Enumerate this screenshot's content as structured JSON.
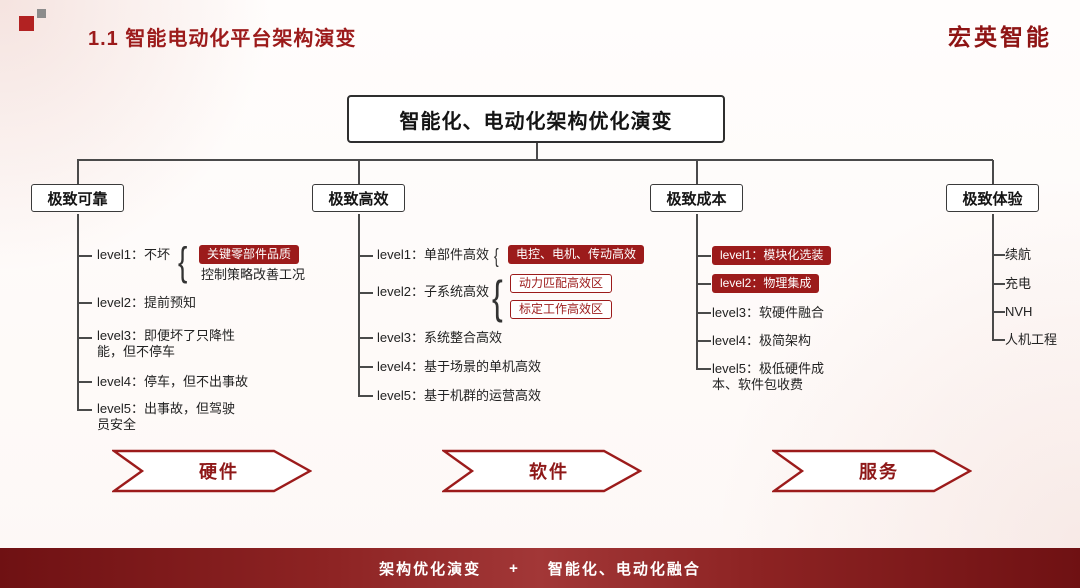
{
  "header": {
    "title": "1.1 智能电动化平台架构演变",
    "brand": "宏英智能"
  },
  "root": {
    "title": "智能化、电动化架构优化演变"
  },
  "branches": [
    {
      "title": "极致可靠",
      "levels": {
        "l1": "level1：不坏",
        "l1_badge": "关键零部件品质",
        "l1_note": "控制策略改善工况",
        "l2": "level2：提前预知",
        "l3": "level3：即便坏了只降性能，但不停车",
        "l4": "level4：停车，但不出事故",
        "l5": "level5：出事故，但驾驶员安全"
      }
    },
    {
      "title": "极致高效",
      "levels": {
        "l1": "level1：单部件高效",
        "l1_badge": "电控、电机、传动高效",
        "l2": "level2：子系统高效",
        "l2_badge1": "动力匹配高效区",
        "l2_badge2": "标定工作高效区",
        "l3": "level3：系统整合高效",
        "l4": "level4：基于场景的单机高效",
        "l5": "level5：基于机群的运营高效"
      }
    },
    {
      "title": "极致成本",
      "levels": {
        "l1": "level1：模块化选装",
        "l2": "level2：物理集成",
        "l3": "level3：软硬件融合",
        "l4": "level4：极简架构",
        "l5": "level5：极低硬件成本、软件包收费"
      }
    },
    {
      "title": "极致体验",
      "items": [
        "续航",
        "充电",
        "NVH",
        "人机工程"
      ]
    }
  ],
  "arrows": [
    "硬件",
    "软件",
    "服务"
  ],
  "footer": {
    "left": "架构优化演变",
    "plus": "+",
    "right": "智能化、电动化融合"
  },
  "glyphs": {
    "brace": "{"
  },
  "colors": {
    "accent": "#9C1B1B",
    "brand": "#8E1414",
    "line": "#4a4a4a",
    "footer_dark": "#6F1113",
    "footer_light": "#a23737"
  }
}
